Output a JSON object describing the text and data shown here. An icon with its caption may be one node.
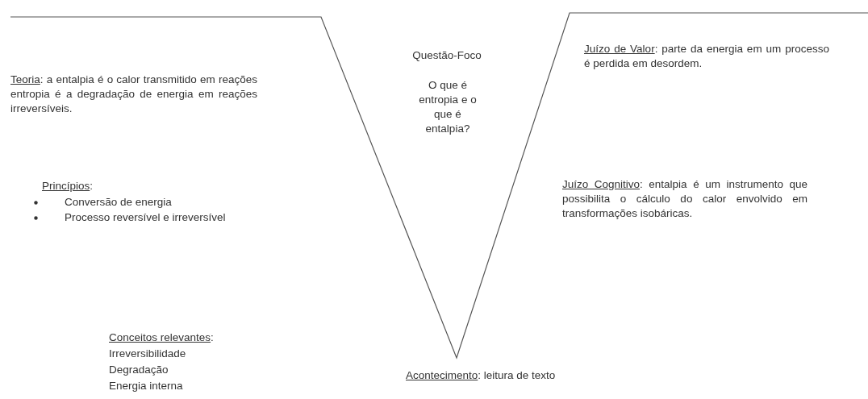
{
  "diagram": {
    "labels": [
      "Questão-Foco",
      "O que é entropia e o que é entalpia?",
      "Juízo de Valor: parte da energia em um processo é perdida em desordem.",
      "Teoria: a entalpia é o calor transmitido em reações entropia é a degradação de energia em reações irreversíveis.",
      "Princípios:",
      "Conversão de energia",
      "Processo reversível e irreversível",
      "Juízo Cognitivo: entalpia é um instrumento que possibilita o cálculo do calor envolvido em transformações isobáricas.",
      "Conceitos relevantes:",
      "Irreversibilidade",
      "Degradação",
      "Energia interna",
      "Acontecimento: leitura de texto"
    ]
  }
}
